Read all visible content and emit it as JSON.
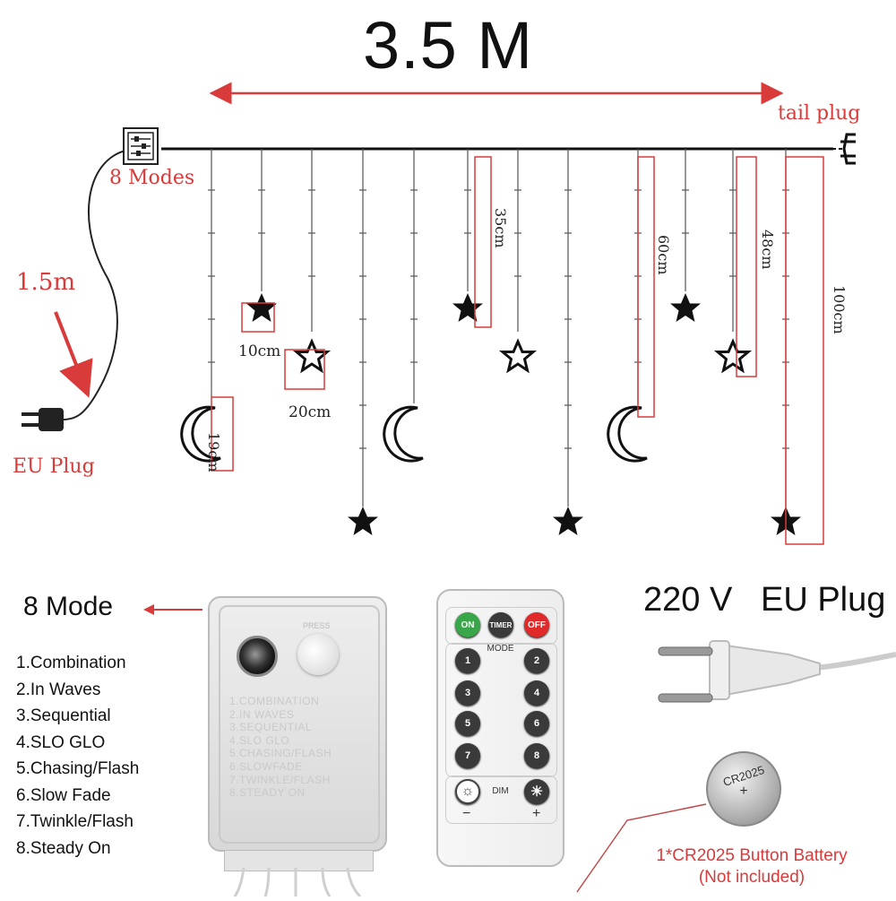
{
  "title": "3.5 M",
  "diagram": {
    "tail_plug": "tail plug",
    "modes_label": "8 Modes",
    "cable_length": "1.5m",
    "eu_plug": "EU Plug",
    "dimensions": {
      "star_small": "10cm",
      "star_large": "20cm",
      "moon": "19cm",
      "drop_35": "35cm",
      "drop_60": "60cm",
      "drop_48": "48cm",
      "drop_100": "100cm"
    }
  },
  "controller": {
    "heading": "8 Mode",
    "modes": [
      "1.Combination",
      "2.In Waves",
      "3.Sequential",
      "4.SLO GLO",
      "5.Chasing/Flash",
      "6.Slow Fade",
      "7.Twinkle/Flash",
      "8.Steady On"
    ],
    "press_label": "PRESS",
    "box_modes": [
      "1.COMBINATION",
      "2.IN WAVES",
      "3.SEQUENTIAL",
      "4.SLO GLO",
      "5.CHASING/FLASH",
      "6.SLOWFADE",
      "7.TWINKLE/FLASH",
      "8.STEADY ON"
    ]
  },
  "remote": {
    "on": "ON",
    "timer": "TIMER",
    "off": "OFF",
    "mode": "MODE",
    "buttons": [
      "1",
      "2",
      "3",
      "4",
      "5",
      "6",
      "7",
      "8"
    ],
    "dim": "DIM",
    "minus": "−",
    "plus": "+"
  },
  "power": {
    "label": "220 V   EU Plug",
    "battery_text": "CR2025",
    "battery_line1": "1*CR2025 Button Battery",
    "battery_line2": "(Not included)"
  },
  "colors": {
    "accent_red": "#d93a3a",
    "dark": "#111111"
  }
}
